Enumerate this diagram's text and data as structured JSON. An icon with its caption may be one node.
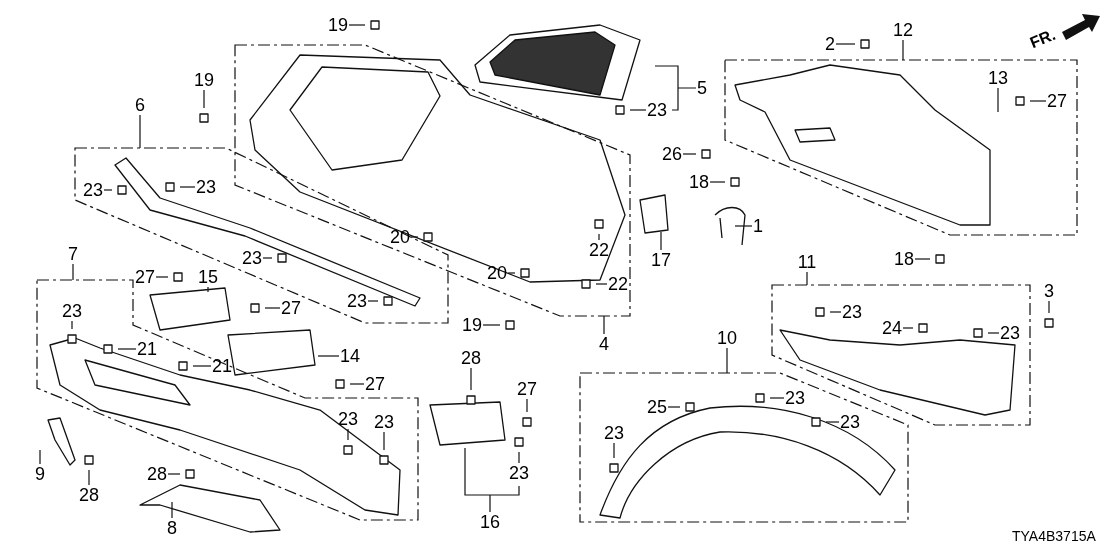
{
  "diagram": {
    "nodes": [
      {
        "text": [
          "19"
        ]
      },
      {
        "text": [
          "2"
        ]
      },
      {
        "text": [
          "12"
        ]
      },
      {
        "text": [
          "13"
        ]
      },
      {
        "text": [
          "19"
        ]
      },
      {
        "text": [
          "5"
        ]
      },
      {
        "text": [
          "27"
        ]
      },
      {
        "text": [
          "6"
        ]
      },
      {
        "text": [
          "23"
        ]
      },
      {
        "text": [
          "26"
        ]
      },
      {
        "text": [
          "18"
        ]
      },
      {
        "text": [
          "23"
        ]
      },
      {
        "text": [
          "23"
        ]
      },
      {
        "text": [
          "1"
        ]
      },
      {
        "text": [
          "20"
        ]
      },
      {
        "text": [
          "22"
        ]
      },
      {
        "text": [
          "17"
        ]
      },
      {
        "text": [
          "23"
        ]
      },
      {
        "text": [
          "11"
        ]
      },
      {
        "text": [
          "18"
        ]
      },
      {
        "text": [
          "7"
        ]
      },
      {
        "text": [
          "20"
        ]
      },
      {
        "text": [
          "27"
        ]
      },
      {
        "text": [
          "15"
        ]
      },
      {
        "text": [
          "22"
        ]
      },
      {
        "text": [
          "3"
        ]
      },
      {
        "text": [
          "23"
        ]
      },
      {
        "text": [
          "23"
        ]
      },
      {
        "text": [
          "27"
        ]
      },
      {
        "text": [
          "23"
        ]
      },
      {
        "text": [
          "19"
        ]
      },
      {
        "text": [
          "24"
        ]
      },
      {
        "text": [
          "23"
        ]
      },
      {
        "text": [
          "4"
        ]
      },
      {
        "text": [
          "10"
        ]
      },
      {
        "text": [
          "21"
        ]
      },
      {
        "text": [
          "14"
        ]
      },
      {
        "text": [
          "28"
        ]
      },
      {
        "text": [
          "21"
        ]
      },
      {
        "text": [
          "27"
        ]
      },
      {
        "text": [
          "27"
        ]
      },
      {
        "text": [
          "25"
        ]
      },
      {
        "text": [
          "23"
        ]
      },
      {
        "text": [
          "23"
        ]
      },
      {
        "text": [
          "23"
        ]
      },
      {
        "text": [
          "23"
        ]
      },
      {
        "text": [
          "23"
        ]
      },
      {
        "text": [
          "9"
        ]
      },
      {
        "text": [
          "28"
        ]
      },
      {
        "text": [
          "23"
        ]
      },
      {
        "text": [
          "28"
        ]
      },
      {
        "text": [
          "16"
        ]
      },
      {
        "text": [
          "8"
        ]
      }
    ],
    "edges": [
      {
        "from": 0,
        "to": null,
        "arrow": "none"
      },
      {
        "from": 1,
        "to": null,
        "arrow": "none"
      },
      {
        "from": 2,
        "to": null,
        "arrow": "none"
      },
      {
        "from": 3,
        "to": null,
        "arrow": "none"
      },
      {
        "from": 4,
        "to": null,
        "arrow": "none"
      },
      {
        "from": 5,
        "to": null,
        "arrow": "none"
      },
      {
        "from": 6,
        "to": null,
        "arrow": "none"
      },
      {
        "from": 7,
        "to": null,
        "arrow": "none"
      },
      {
        "from": 8,
        "to": null,
        "arrow": "none"
      },
      {
        "from": 9,
        "to": null,
        "arrow": "none"
      },
      {
        "from": 10,
        "to": null,
        "arrow": "none"
      },
      {
        "from": 11,
        "to": null,
        "arrow": "none"
      },
      {
        "from": 12,
        "to": null,
        "arrow": "none"
      },
      {
        "from": 13,
        "to": null,
        "arrow": "none"
      },
      {
        "from": 14,
        "to": null,
        "arrow": "none"
      },
      {
        "from": 15,
        "to": null,
        "arrow": "none"
      },
      {
        "from": 16,
        "to": null,
        "arrow": "none"
      },
      {
        "from": 17,
        "to": null,
        "arrow": "none"
      },
      {
        "from": 18,
        "to": null,
        "arrow": "none"
      },
      {
        "from": 19,
        "to": null,
        "arrow": "none"
      },
      {
        "from": 20,
        "to": null,
        "arrow": "none"
      },
      {
        "from": 21,
        "to": null,
        "arrow": "none"
      },
      {
        "from": 22,
        "to": null,
        "arrow": "none"
      },
      {
        "from": 23,
        "to": null,
        "arrow": "none"
      },
      {
        "from": 24,
        "to": null,
        "arrow": "none"
      },
      {
        "from": 25,
        "to": null,
        "arrow": "none"
      },
      {
        "from": 26,
        "to": null,
        "arrow": "none"
      },
      {
        "from": 27,
        "to": null,
        "arrow": "none"
      },
      {
        "from": 28,
        "to": null,
        "arrow": "none"
      },
      {
        "from": 29,
        "to": null,
        "arrow": "none"
      },
      {
        "from": 30,
        "to": null,
        "arrow": "none"
      },
      {
        "from": 31,
        "to": null,
        "arrow": "none"
      },
      {
        "from": 32,
        "to": null,
        "arrow": "none"
      },
      {
        "from": 33,
        "to": null,
        "arrow": "none"
      },
      {
        "from": 34,
        "to": null,
        "arrow": "none"
      },
      {
        "from": 35,
        "to": null,
        "arrow": "none"
      },
      {
        "from": 36,
        "to": null,
        "arrow": "none"
      },
      {
        "from": 37,
        "to": null,
        "arrow": "none"
      },
      {
        "from": 38,
        "to": null,
        "arrow": "none"
      },
      {
        "from": 39,
        "to": null,
        "arrow": "none"
      },
      {
        "from": 40,
        "to": null,
        "arrow": "none"
      },
      {
        "from": 41,
        "to": null,
        "arrow": "none"
      },
      {
        "from": 42,
        "to": null,
        "arrow": "none"
      },
      {
        "from": 43,
        "to": null,
        "arrow": "none"
      },
      {
        "from": 44,
        "to": null,
        "arrow": "none"
      },
      {
        "from": 45,
        "to": null,
        "arrow": "none"
      },
      {
        "from": 46,
        "to": null,
        "arrow": "none"
      },
      {
        "from": 47,
        "to": null,
        "arrow": "none"
      },
      {
        "from": 48,
        "to": null,
        "arrow": "none"
      },
      {
        "from": 49,
        "to": null,
        "arrow": "none"
      },
      {
        "from": 50,
        "to": null,
        "arrow": "none"
      },
      {
        "from": 51,
        "to": null,
        "arrow": "none"
      },
      {
        "from": 52,
        "to": null,
        "arrow": "none"
      }
    ],
    "labels": [
      "FR.",
      "TYA4B3715A"
    ]
  }
}
